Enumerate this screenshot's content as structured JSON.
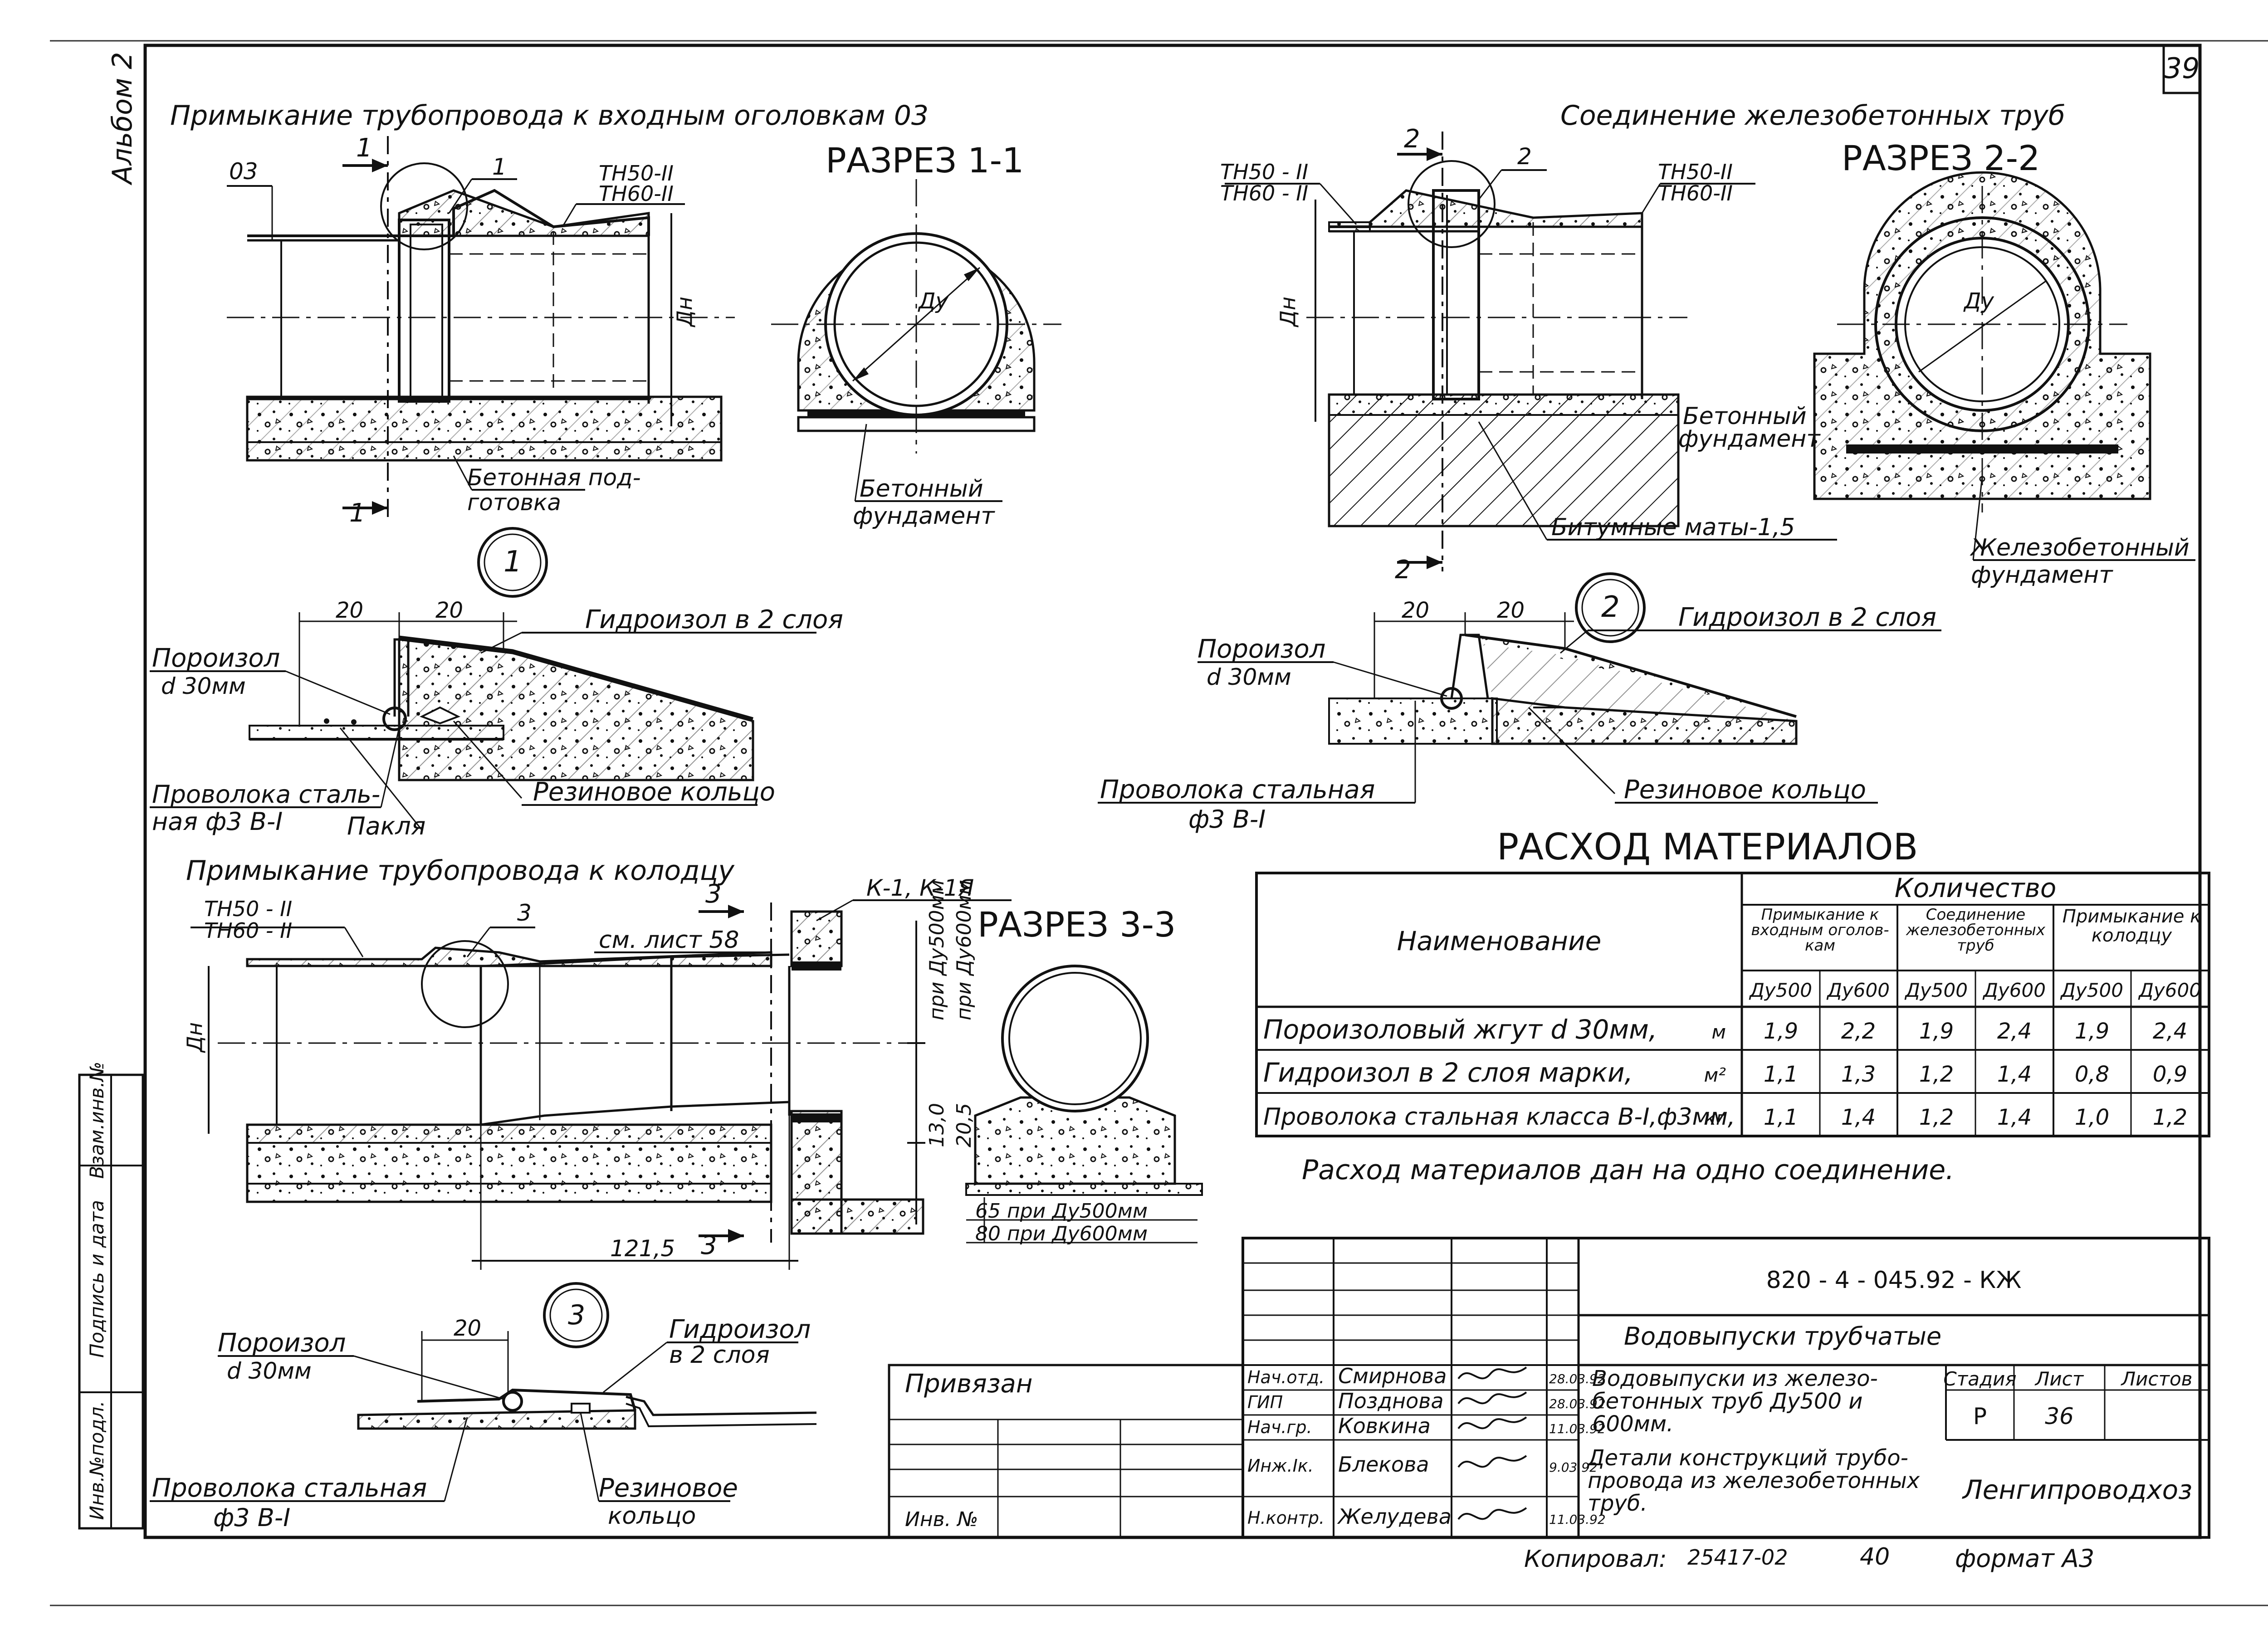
{
  "sheet": {
    "page_number": "39",
    "album_label": "Альбом 2",
    "doc_code": "820 - 4 - 045.92 - КЖ",
    "project_title": "Водовыпуски трубчатые",
    "work_title": "Водовыпуски из железо-бетонных труб Ду500 и 600мм.",
    "sheet_title": "Детали конструкций трубо-провода из железобетонных труб.",
    "organization": "Ленгипроводхоз",
    "stage_hdr": "Стадия",
    "sheet_hdr": "Лист",
    "sheets_hdr": "Листов",
    "stage": "Р",
    "sheet_no": "36",
    "bound_label": "Привязан",
    "inv_label": "Инв. №",
    "copied": "Копировал:",
    "copy_no": "25417-02",
    "copy_sheet": "40",
    "format": "формат А3",
    "signatures": [
      {
        "role": "Нач.отд.",
        "name": "Смирнова",
        "date": "28.03.92"
      },
      {
        "role": "ГИП",
        "name": "Позднова",
        "date": "28.03.92"
      },
      {
        "role": "Нач.гр.",
        "name": "Ковкина",
        "date": "11.03.92"
      },
      {
        "role": "Инж.Iк.",
        "name": "Блекова",
        "date": "9.03.92"
      },
      {
        "role": "Н.контр.",
        "name": "Желудева",
        "date": "11.03.92"
      }
    ],
    "side_stamp": [
      "Инв.№подл.",
      "Подпись и дата",
      "Взам.инв.№"
    ]
  },
  "drawing1": {
    "title": "Примыкание трубопровода к входным оголовкам 03",
    "section_title": "РАЗРЕЗ 1-1",
    "label_03": "03",
    "pipe_lbl_1": "ТН50-II",
    "pipe_lbl_2": "ТН60-II",
    "dn": "Дн",
    "du": "Ду",
    "cut": "1",
    "callout": "1",
    "prep_1": "Бетонная под-",
    "prep_2": "готовка",
    "found_1": "Бетонный",
    "found_2": "фундамент"
  },
  "drawing2": {
    "title": "Соединение железобетонных труб",
    "section_title": "РАЗРЕЗ 2-2",
    "pipe_lbl_1": "ТН50 - II",
    "pipe_lbl_2": "ТН60 - II",
    "pipe_lbl_r1": "ТН50-II",
    "pipe_lbl_r2": "ТН60-II",
    "dn": "Дн",
    "du": "Ду",
    "cut": "2",
    "callout": "2",
    "found_1": "Бетонный",
    "found_2": "фундамент",
    "mats": "Битумные маты-1,5",
    "rc_found_1": "Железобетонный",
    "rc_found_2": "фундамент"
  },
  "detail1": {
    "num": "1",
    "dim_a": "20",
    "dim_b": "20",
    "hydro": "Гидроизол в 2 слоя",
    "poro_1": "Пороизол",
    "poro_2": "d 30мм",
    "wire_1": "Проволока сталь-",
    "wire_2": "ная ф3 В-I",
    "tow": "Пакля",
    "ring": "Резиновое кольцо"
  },
  "detail2": {
    "num": "2",
    "dim_a": "20",
    "dim_b": "20",
    "hydro": "Гидроизол в 2 слоя",
    "poro_1": "Пороизол",
    "poro_2": "d 30мм",
    "wire_1": "Проволока стальная",
    "wire_2": "ф3 В-I",
    "ring": "Резиновое кольцо"
  },
  "drawing3": {
    "title": "Примыкание трубопровода к колодцу",
    "section_title": "РАЗРЕЗ 3-3",
    "pipe_lbl_1": "ТН50 - II",
    "pipe_lbl_2": "ТН60 - II",
    "callout": "3",
    "cut": "3",
    "see_sheet": "см. лист 58",
    "k_label": "К-1, К-1Я",
    "dn": "Дн",
    "len": "121,5",
    "v1": "13,0",
    "v2": "20,5",
    "v1_note": "при Ду500мм",
    "v2_note": "при Ду600мм",
    "b1": "65 при Ду500мм",
    "b2": "80 при Ду600мм"
  },
  "detail3": {
    "num": "3",
    "dim_a": "20",
    "poro_1": "Пороизол",
    "poro_2": "d 30мм",
    "hydro_1": "Гидроизол",
    "hydro_2": "в 2 слоя",
    "wire_1": "Проволока стальная",
    "wire_2": "ф3 В-I",
    "ring_1": "Резиновое",
    "ring_2": "кольцо"
  },
  "materials": {
    "title": "РАСХОД МАТЕРИАЛОВ",
    "col_name": "Наименование",
    "col_qty": "Количество",
    "groups": [
      "Примыкание к входным оголов-кам",
      "Соединение железобетонных труб",
      "Примыкание к колодцу"
    ],
    "sub": [
      "Ду500",
      "Ду600",
      "Ду500",
      "Ду600",
      "Ду500",
      "Ду600"
    ],
    "rows": [
      {
        "name": "Пороизоловый жгут d 30мм,",
        "unit": "м",
        "v": [
          "1,9",
          "2,2",
          "1,9",
          "2,4",
          "1,9",
          "2,4"
        ]
      },
      {
        "name": "Гидроизол в 2 слоя марки,",
        "unit": "м²",
        "v": [
          "1,1",
          "1,3",
          "1,2",
          "1,4",
          "0,8",
          "0,9"
        ]
      },
      {
        "name": "Проволока стальная класса В-I,ф3мм,",
        "unit": "кг",
        "v": [
          "1,1",
          "1,4",
          "1,2",
          "1,4",
          "1,0",
          "1,2"
        ]
      }
    ],
    "note": "Расход материалов дан на одно соединение."
  }
}
